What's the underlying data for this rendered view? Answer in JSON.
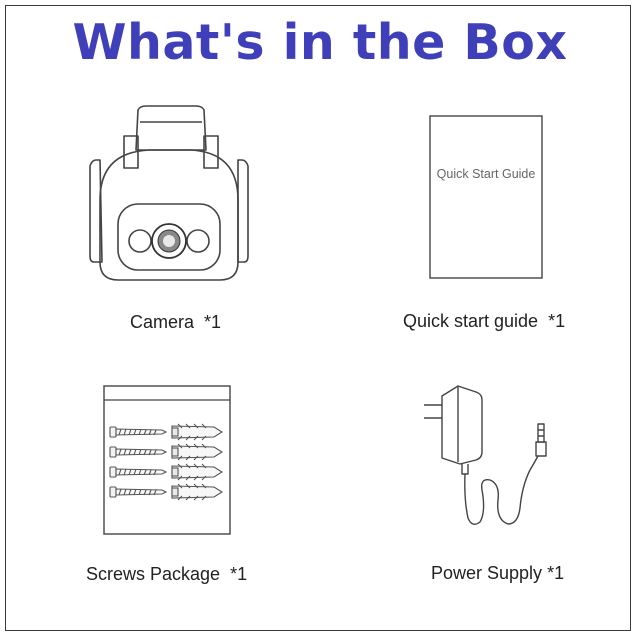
{
  "title": "What's in the Box",
  "items": [
    {
      "name": "Camera",
      "qty": "*1",
      "icon": "camera-icon"
    },
    {
      "name": "Quick start guide",
      "qty": "*1",
      "icon": "quick-start-guide-icon",
      "cover_text": "Quick Start Guide"
    },
    {
      "name": "Screws Package",
      "qty": "*1",
      "icon": "screws-package-icon"
    },
    {
      "name": "Power Supply",
      "qty": "*1",
      "icon": "power-supply-icon"
    }
  ],
  "colors": {
    "title": "#3f3fba",
    "line": "#3a3a3a"
  }
}
